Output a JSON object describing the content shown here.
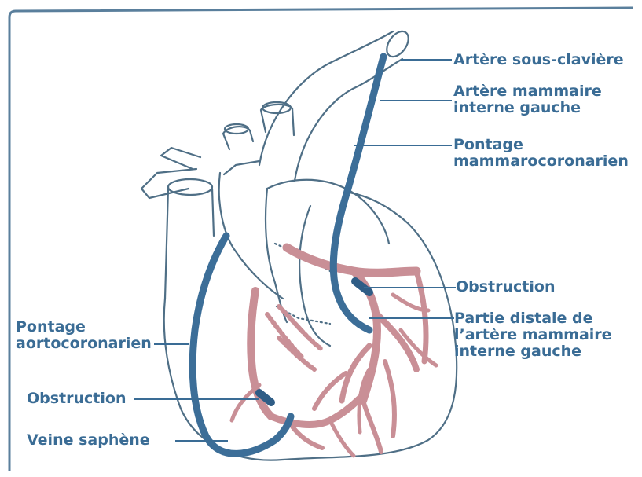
{
  "labels": {
    "subclavian": "Artère sous-clavière",
    "lima_line1": "Artère mammaire",
    "lima_line2": "interne gauche",
    "mammaro_line1": "Pontage",
    "mammaro_line2": "mammarocoronarien",
    "obstruction_right": "Obstruction",
    "distal_line1": "Partie distale de",
    "distal_line2": "l’artère mammaire",
    "distal_line3": "interne gauche",
    "aorto_line1": "Pontage",
    "aorto_line2": "aortocoronarien",
    "obstruction_left": "Obstruction",
    "saphene": "Veine saphène"
  },
  "colors": {
    "label_text": "#3a6c95",
    "leader_line": "#3a6c95",
    "graft": "#3c6e98",
    "artery": "#c98f96",
    "outline": "#4f6f86",
    "frame": "#5a7f9c"
  }
}
